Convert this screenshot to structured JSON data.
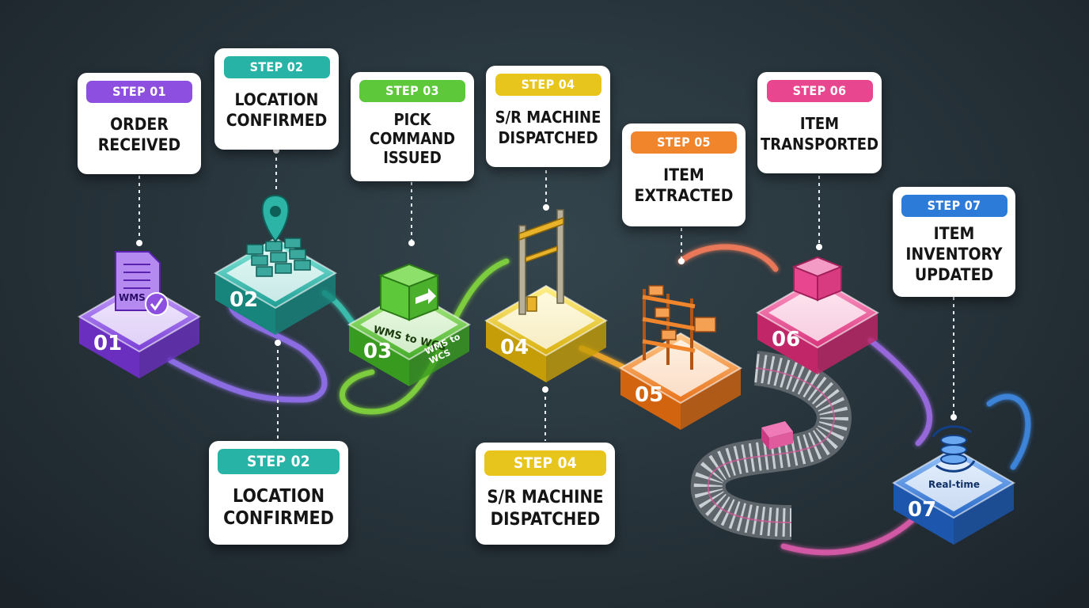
{
  "colors": {
    "background": "#263239",
    "step01": "#8d4fe0",
    "step02": "#27b3a6",
    "step03": "#5cc83a",
    "step04": "#e8c51c",
    "step05": "#f0852c",
    "step06": "#e8468e",
    "step07": "#2d7bd8"
  },
  "steps": [
    {
      "tag": "STEP 01",
      "title": "ORDER\nRECEIVED",
      "number": "01",
      "icon": "wms-document-check-icon",
      "icon_text": "WMS"
    },
    {
      "tag": "STEP 02",
      "title": "LOCATION\nCONFIRMED",
      "number": "02",
      "icon": "map-pin-storage-grid-icon"
    },
    {
      "tag": "STEP 03",
      "title": "PICK\nCOMMAND\nISSUED",
      "number": "03",
      "icon": "box-arrow-icon",
      "icon_text": "WMS to WCS",
      "side_text": "WMS to\nWCS"
    },
    {
      "tag": "STEP 04",
      "title": "S/R MACHINE\nDISPATCHED",
      "number": "04",
      "icon": "stacker-crane-icon"
    },
    {
      "tag": "STEP 05",
      "title": "ITEM\nEXTRACTED",
      "number": "05",
      "icon": "storage-rack-icon"
    },
    {
      "tag": "STEP 06",
      "title": "ITEM\nTRANSPORTED",
      "number": "06",
      "icon": "tote-bin-icon"
    },
    {
      "tag": "STEP 07",
      "title": "ITEM\nINVENTORY\nUPDATED",
      "number": "07",
      "icon": "database-sync-icon",
      "icon_text": "Real-time"
    }
  ],
  "lower_cards": [
    {
      "tag": "STEP 02",
      "title": "LOCATION\nCONFIRMED"
    },
    {
      "tag": "STEP 04",
      "title": "S/R MACHINE\nDISPATCHED"
    }
  ]
}
